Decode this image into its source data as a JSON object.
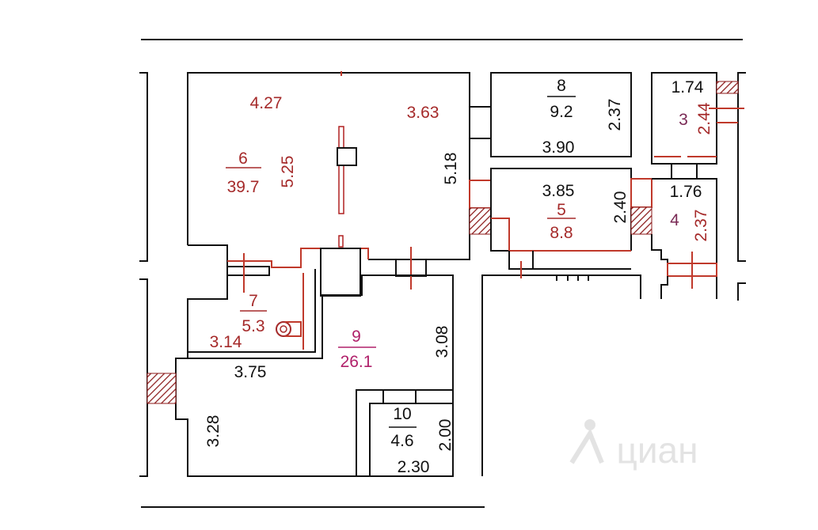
{
  "plan": {
    "rooms": {
      "r6": {
        "number": "6",
        "area": "39.7",
        "dims": [
          "4.27",
          "3.63",
          "5.25",
          "5.18"
        ]
      },
      "r8": {
        "number": "8",
        "area": "9.2",
        "dims": [
          "2.37",
          "3.90"
        ]
      },
      "r5": {
        "number": "5",
        "area": "8.8",
        "dims": [
          "3.85",
          "2.40"
        ]
      },
      "r3": {
        "number": "3",
        "dims": [
          "1.74",
          "2.44"
        ]
      },
      "r4": {
        "number": "4",
        "dims": [
          "1.76",
          "2.37"
        ]
      },
      "r7": {
        "number": "7",
        "area": "5.3",
        "dims": [
          "3.14"
        ]
      },
      "r9": {
        "number": "9",
        "area": "26.1",
        "dims": [
          "3.08",
          "3.75",
          "3.28"
        ]
      },
      "r10": {
        "number": "10",
        "area": "4.6",
        "dims": [
          "2.00",
          "2.30"
        ]
      }
    },
    "watermark": "циан",
    "colors": {
      "wall": "#111111",
      "red": "#a52a2a",
      "magenta": "#b0206a"
    }
  }
}
